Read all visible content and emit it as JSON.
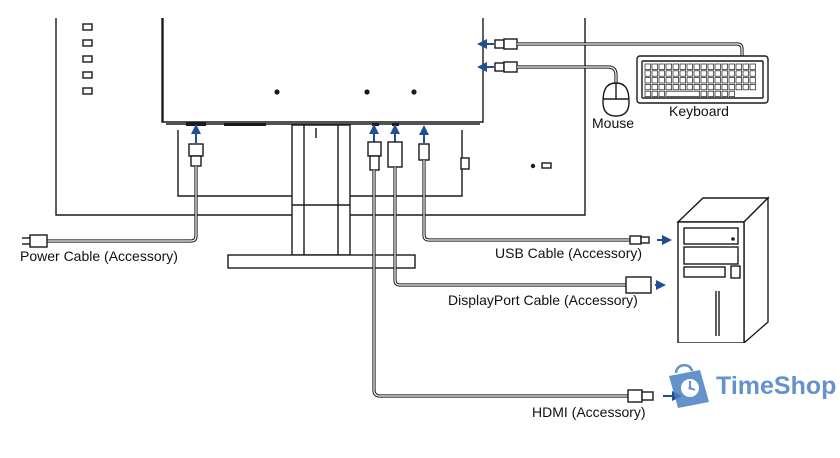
{
  "labels": {
    "power": "Power Cable (Accessory)",
    "usb": "USB Cable (Accessory)",
    "displayport": "DisplayPort Cable (Accessory)",
    "hdmi": "HDMI (Accessory)",
    "mouse": "Mouse",
    "keyboard": "Keyboard",
    "computer": "Computer"
  },
  "watermark": {
    "text": "TimeShop",
    "color": "#4a7fc1"
  },
  "colors": {
    "arrow": "#1f4f96",
    "line": "#1a1a1a"
  }
}
